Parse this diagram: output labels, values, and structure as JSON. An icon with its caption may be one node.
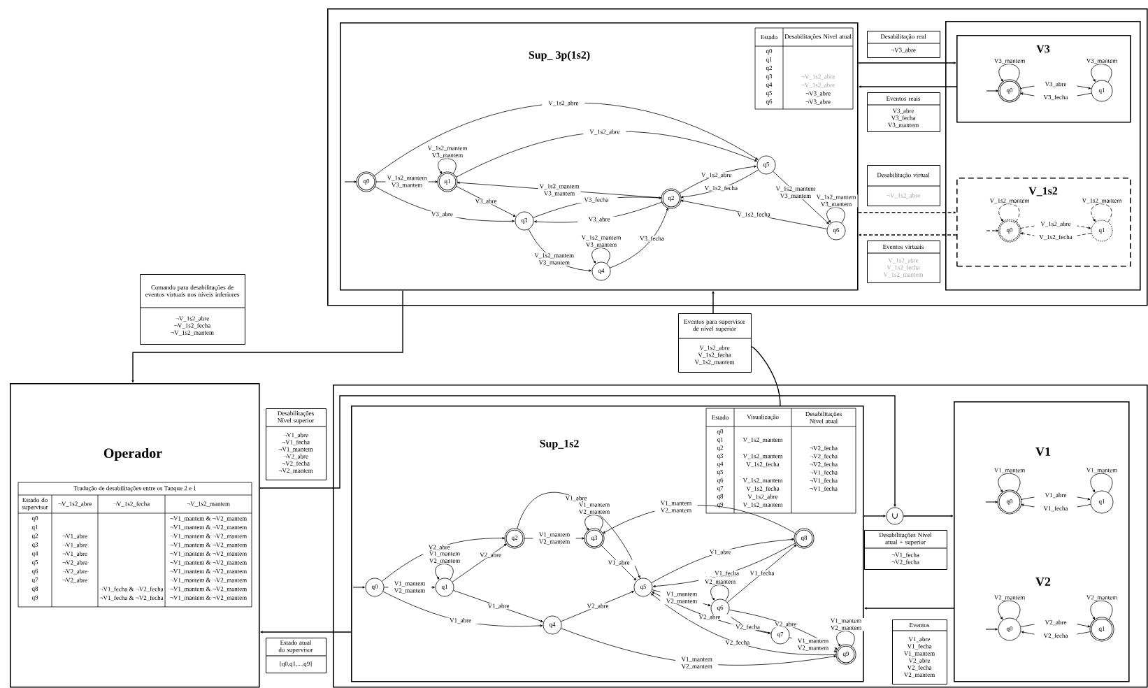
{
  "diagram": {
    "nodes": [
      {
        "text": [],
        "shape": "box"
      },
      {
        "text": [
          "Sup_ 3p(1s2)"
        ],
        "in": 0
      },
      {
        "text": [
          "q0"
        ],
        "in": 1
      },
      {
        "text": [
          "q1"
        ],
        "in": 1
      },
      {
        "text": [
          "q2"
        ],
        "in": 1
      },
      {
        "text": [
          "q3"
        ],
        "in": 1
      },
      {
        "text": [
          "q4"
        ],
        "in": 1
      },
      {
        "text": [
          "q5"
        ],
        "in": 1
      },
      {
        "text": [
          "q6"
        ],
        "in": 1
      },
      {
        "text": [],
        "shape": "box",
        "in": 0
      },
      {
        "text": [
          "V3"
        ],
        "in": 9
      },
      {
        "text": [
          "q0"
        ],
        "in": 10
      },
      {
        "text": [
          "q1"
        ],
        "in": 10
      },
      {
        "text": [
          "V_1s2"
        ],
        "in": 9
      },
      {
        "text": [
          "q0"
        ],
        "in": 13
      },
      {
        "text": [
          "q1"
        ],
        "in": 13
      },
      {
        "text": [
          "Desabilitação real",
          "¬V3_abre"
        ],
        "in": 0
      },
      {
        "text": [
          "Eventos reais",
          "V3_abre V3_fecha V3_mantem"
        ],
        "in": 0
      },
      {
        "text": [
          "Desabilitação virtual",
          "¬V_1s2_abre"
        ],
        "in": 0
      },
      {
        "text": [
          "Eventos virtuais",
          "V_1s2_abre V_1s2_fecha V_1s2_mantem"
        ],
        "in": 0
      },
      {
        "text": [
          "Comando para desabilitações de eventos virtuais nos níveis inferiores",
          "¬V_1s2_abre ¬V_1s2_fecha ¬V_1s2_mantem"
        ]
      },
      {
        "text": [
          "Eventos para supervisor de nível superior",
          "V_1s2_abre V_1s2_fecha V_1s2_mantem"
        ]
      },
      {
        "text": [
          "Operador"
        ]
      },
      {
        "text": [
          "Desabilitações Nível superior",
          "¬V1_abre ¬V1_fecha ¬V1_mantem ¬V2_abre ¬V2_fecha ¬V2_mantem"
        ]
      },
      {
        "text": [
          "Estado atual do supervisor",
          "[q0,q1,...,q9]"
        ]
      },
      {
        "text": [],
        "shape": "box"
      },
      {
        "text": [
          "Sup_1s2"
        ],
        "in": 25
      },
      {
        "text": [
          "q0"
        ],
        "in": 26
      },
      {
        "text": [
          "q1"
        ],
        "in": 26
      },
      {
        "text": [
          "q2"
        ],
        "in": 26
      },
      {
        "text": [
          "q3"
        ],
        "in": 26
      },
      {
        "text": [
          "q4"
        ],
        "in": 26
      },
      {
        "text": [
          "q5"
        ],
        "in": 26
      },
      {
        "text": [
          "q6"
        ],
        "in": 26
      },
      {
        "text": [
          "q7"
        ],
        "in": 26
      },
      {
        "text": [
          "q8"
        ],
        "in": 26
      },
      {
        "text": [
          "q9"
        ],
        "in": 26
      },
      {
        "text": [
          "∪"
        ],
        "in": 25
      },
      {
        "text": [
          "Desabilitações Nível atual + superior",
          "¬V1_fecha ¬V2_fecha"
        ],
        "in": 25
      },
      {
        "text": [
          "Eventos",
          "V1_abre V1_fecha V1_mantem V2_abre V2_fecha V2_mantem"
        ],
        "in": 25
      },
      {
        "text": [
          "V1",
          "V2"
        ],
        "in": 25
      },
      {
        "text": [
          "q0"
        ],
        "in": 40
      },
      {
        "text": [
          "q1"
        ],
        "in": 40
      },
      {
        "text": [
          "q0"
        ],
        "in": 40
      },
      {
        "text": [
          "q1"
        ],
        "in": 40
      }
    ],
    "edges": [
      {
        "from": null,
        "to": 2,
        "arrow": "to"
      },
      {
        "from": 2,
        "to": 3,
        "arrow": "to",
        "label": "V_1s2_mantem V3_mantem"
      },
      {
        "from": 3,
        "to": 3,
        "arrow": "to",
        "label": "V_1s2_mantem V3_mantem"
      },
      {
        "from": 2,
        "to": 7,
        "arrow": "to",
        "label": "V_1s2_abre"
      },
      {
        "from": 3,
        "to": 7,
        "arrow": "to",
        "label": "V_1s2_abre"
      },
      {
        "from": 2,
        "to": 5,
        "arrow": "to",
        "label": "V3_abre"
      },
      {
        "from": 3,
        "to": 5,
        "arrow": "to",
        "label": "V3_abre"
      },
      {
        "from": 4,
        "to": 3,
        "arrow": "to",
        "label": "V_1s2_mantem V3_mantem"
      },
      {
        "from": 5,
        "to": 4,
        "arrow": "to",
        "label": "V3_fecha"
      },
      {
        "from": 4,
        "to": 5,
        "arrow": "to",
        "label": "V3_abre"
      },
      {
        "from": 5,
        "to": 6,
        "arrow": "to",
        "label": "V_1s2_mantem V3_mantem"
      },
      {
        "from": 6,
        "to": 6,
        "arrow": "to",
        "label": "V_1s2_mantem V3_mantem"
      },
      {
        "from": 6,
        "to": 4,
        "arrow": "to",
        "label": "V3_fecha"
      },
      {
        "from": 4,
        "to": 7,
        "arrow": "to",
        "label": "V_1s2_abre"
      },
      {
        "from": 7,
        "to": 4,
        "arrow": "to",
        "label": "V_1s2_fecha"
      },
      {
        "from": 8,
        "to": 4,
        "arrow": "to",
        "label": "V_1s2_fecha"
      },
      {
        "from": 7,
        "to": 8,
        "arrow": "to",
        "label": "V_1s2_mantem V3_mantem"
      },
      {
        "from": 8,
        "to": 8,
        "arrow": "to",
        "label": "V_1s2_mantem V3_mantem"
      },
      {
        "from": null,
        "to": 11,
        "arrow": "to"
      },
      {
        "from": 11,
        "to": 11,
        "arrow": "to",
        "label": "V3_mantem"
      },
      {
        "from": 12,
        "to": 12,
        "arrow": "to",
        "label": "V3_mantem"
      },
      {
        "from": 11,
        "to": 12,
        "arrow": "to",
        "label": "V3_abre"
      },
      {
        "from": 12,
        "to": 11,
        "arrow": "to",
        "label": "V3_fecha"
      },
      {
        "from": null,
        "to": 14,
        "arrow": "to",
        "style": "dashed"
      },
      {
        "from": 14,
        "to": 14,
        "arrow": "to",
        "label": "V_1s2_mantem",
        "style": "dashed"
      },
      {
        "from": 15,
        "to": 15,
        "arrow": "to",
        "label": "V_1s2_mantem",
        "style": "dashed"
      },
      {
        "from": 14,
        "to": 15,
        "arrow": "to",
        "label": "V_1s2_abre",
        "style": "dashed"
      },
      {
        "from": 15,
        "to": 14,
        "arrow": "to",
        "label": "V_1s2_fecha",
        "style": "dashed"
      },
      {
        "from": 1,
        "to": 10,
        "arrow": "to"
      },
      {
        "from": 10,
        "to": 1,
        "arrow": "to"
      },
      {
        "from": 1,
        "to": 13,
        "arrow": "to",
        "style": "dashed"
      },
      {
        "from": 13,
        "to": 1,
        "arrow": "to",
        "style": "dashed"
      },
      {
        "from": 1,
        "to": 22,
        "arrow": "to"
      },
      {
        "from": 26,
        "to": 21,
        "arrow": "none"
      },
      {
        "from": 21,
        "to": 1,
        "arrow": "to"
      },
      {
        "from": 22,
        "to": 37,
        "arrow": "to"
      },
      {
        "from": 26,
        "to": 37,
        "arrow": "to"
      },
      {
        "from": 37,
        "to": 40,
        "arrow": "to"
      },
      {
        "from": 40,
        "to": 26,
        "arrow": "to"
      },
      {
        "from": 26,
        "to": 22,
        "arrow": "to"
      },
      {
        "from": null,
        "to": 27,
        "arrow": "to"
      },
      {
        "from": 27,
        "to": 28,
        "arrow": "to",
        "label": "V1_mantem V2_mantem"
      },
      {
        "from": 28,
        "to": 28,
        "arrow": "to",
        "label": "V1_mantem V2_mantem"
      },
      {
        "from": 27,
        "to": 29,
        "arrow": "to",
        "label": "V2_abre"
      },
      {
        "from": 28,
        "to": 29,
        "arrow": "to",
        "label": "V2_abre"
      },
      {
        "from": 27,
        "to": 31,
        "arrow": "to",
        "label": "V1_abre"
      },
      {
        "from": 28,
        "to": 31,
        "arrow": "to",
        "label": "V1_abre"
      },
      {
        "from": 29,
        "to": 30,
        "arrow": "to",
        "label": "V1_mantem V2_mantem"
      },
      {
        "from": 30,
        "to": 30,
        "arrow": "to",
        "label": "V1_mantem V2_mantem"
      },
      {
        "from": 29,
        "to": 32,
        "arrow": "to",
        "label": "V1_abre"
      },
      {
        "from": 30,
        "to": 32,
        "arrow": "to",
        "label": "V1_abre"
      },
      {
        "from": 31,
        "to": 32,
        "arrow": "to",
        "label": "V2_abre"
      },
      {
        "from": 31,
        "to": 36,
        "arrow": "to",
        "label": "V1_mantem V2_mantem"
      },
      {
        "from": 32,
        "to": 33,
        "arrow": "to",
        "label": "V1_mantem V2_mantem"
      },
      {
        "from": 33,
        "to": 33,
        "arrow": "to",
        "label": "V1_mantem V2_mantem"
      },
      {
        "from": 35,
        "to": 30,
        "arrow": "to",
        "label": "V1_mantem V2_mantem"
      },
      {
        "from": 32,
        "to": 35,
        "arrow": "to",
        "label": "V1_abre"
      },
      {
        "from": 35,
        "to": 32,
        "arrow": "to",
        "label": "V1_fecha"
      },
      {
        "from": 33,
        "to": 35,
        "arrow": "to",
        "label": "V1_fecha"
      },
      {
        "from": 33,
        "to": 34,
        "arrow": "to",
        "label": "V2_fecha"
      },
      {
        "from": 33,
        "to": 36,
        "arrow": "to",
        "label": "V2_abre"
      },
      {
        "from": 34,
        "to": 36,
        "arrow": "to",
        "label": "V1_mantem V2_mantem"
      },
      {
        "from": 36,
        "to": 36,
        "arrow": "to",
        "label": "V1_mantem V2_mantem"
      },
      {
        "from": 34,
        "to": 32,
        "arrow": "to",
        "label": "V2_abre"
      },
      {
        "from": 36,
        "to": 32,
        "arrow": "to",
        "label": "V2_fecha"
      },
      {
        "from": null,
        "to": 41,
        "arrow": "to"
      },
      {
        "from": 41,
        "to": 41,
        "arrow": "to",
        "label": "V1_mantem"
      },
      {
        "from": 42,
        "to": 42,
        "arrow": "to",
        "label": "V1_mantem"
      },
      {
        "from": 41,
        "to": 42,
        "arrow": "to",
        "label": "V1_abre"
      },
      {
        "from": 42,
        "to": 41,
        "arrow": "to",
        "label": "V1_fecha"
      },
      {
        "from": null,
        "to": 43,
        "arrow": "to"
      },
      {
        "from": 43,
        "to": 43,
        "arrow": "to",
        "label": "V2_mantem"
      },
      {
        "from": 44,
        "to": 44,
        "arrow": "to",
        "label": "V2_mantem"
      },
      {
        "from": 43,
        "to": 44,
        "arrow": "to",
        "label": "V2_abre"
      },
      {
        "from": 44,
        "to": 43,
        "arrow": "to",
        "label": "V2_fecha"
      }
    ],
    "labels": [
      "Estado",
      "Desabilitações Nível atual",
      "q0",
      "q1",
      "q2",
      "q3",
      "¬V_1s2_abre",
      "q4",
      "¬V_1s2_abre",
      "q5",
      "¬V3_abre",
      "q6",
      "¬V3_abre",
      "Estado",
      "Visualização",
      "Desabilitações Nível atual",
      "q0",
      "q1",
      "V_1s2_mantem",
      "q2",
      "¬V2_fecha",
      "q3",
      "V_1s2_mantem",
      "¬V2_fecha",
      "q4",
      "V_1s2_fecha",
      "¬V2_fecha",
      "q5",
      "¬V1_fecha",
      "q6",
      "V_1s2_mantem",
      "¬V1_fecha",
      "q7",
      "V_1s2_fecha",
      "¬V1_fecha",
      "q8",
      "V_1s2_abre",
      "q9",
      "V_1s2_mantem",
      "Tradução de desabilitações entre os Tanque 2 e 1",
      "Estado do supervisor",
      "¬V_1s2_abre",
      "¬V_1s2_fecha",
      "¬V_1s2_mantem",
      "q0",
      "¬V1_mantem & ¬V2_mantem",
      "q1",
      "¬V1_mantem & ¬V2_mantem",
      "q2",
      "¬V1_abre",
      "¬V1_mantem & ¬V2_mantem",
      "q3",
      "¬V1_abre",
      "¬V1_mantem & ¬V2_mantem",
      "q4",
      "¬V1_abre",
      "¬V1_mantem & ¬V2_mantem",
      "q5",
      "¬V2_abre",
      "¬V1_mantem & ¬V2_mantem",
      "q6",
      "¬V2_abre",
      "¬V1_mantem & ¬V2_mantem",
      "q7",
      "¬V2_abre",
      "¬V1_mantem & ¬V2_mantem",
      "q8",
      "¬V1_fecha & ¬V2_fecha",
      "¬V1_mantem & ¬V2_mantem",
      "q9",
      "¬V1_fecha & ¬V2_fecha",
      "¬V1_mantem & ¬V2_mantem"
    ]
  }
}
